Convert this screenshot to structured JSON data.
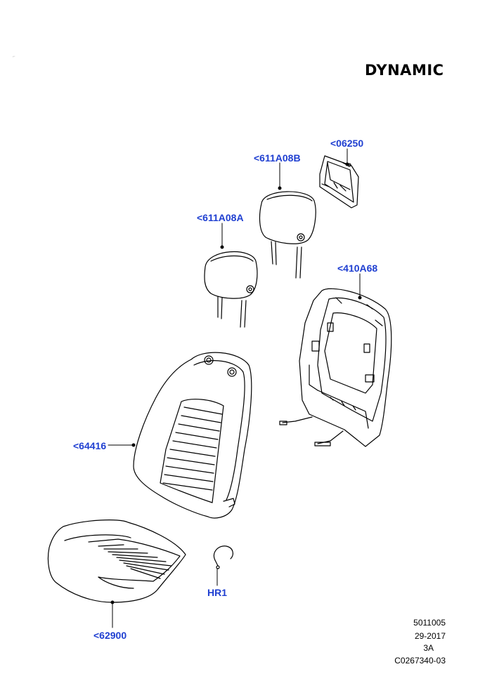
{
  "title": "DYNAMIC",
  "colors": {
    "label": "#1f3fd1",
    "line": "#000000"
  },
  "parts": [
    {
      "id": "p06250",
      "label": "<06250",
      "desc": "frame"
    },
    {
      "id": "p611A08B",
      "label": "<611A08B",
      "desc": "headrest-rear"
    },
    {
      "id": "p611A08A",
      "label": "<611A08A",
      "desc": "headrest-front"
    },
    {
      "id": "p410A68",
      "label": "<410A68",
      "desc": "seat-back-panel"
    },
    {
      "id": "p64416",
      "label": "<64416",
      "desc": "backrest-cover"
    },
    {
      "id": "pHR1",
      "label": "HR1",
      "desc": "hog-ring"
    },
    {
      "id": "p62900",
      "label": "<62900",
      "desc": "cushion-cover"
    }
  ],
  "reference": {
    "line1": "5011005",
    "line2": "29-2017",
    "line3": "3A",
    "line4": "C0267340-03"
  }
}
